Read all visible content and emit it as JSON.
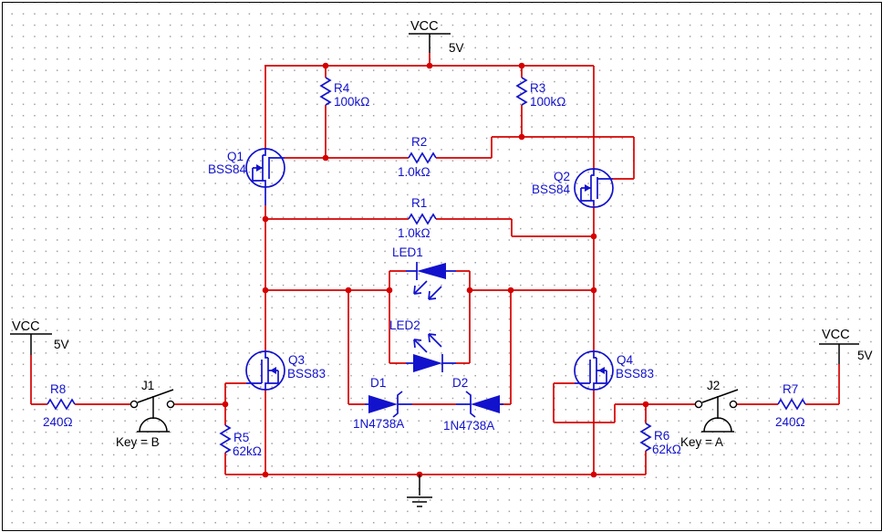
{
  "colors": {
    "wire": "#d60000",
    "component": "#1212cd",
    "symbol_black": "#000000",
    "grid_dot": "#9e9e9e"
  },
  "power": {
    "vcc_top": {
      "label": "VCC",
      "voltage": "5V"
    },
    "vcc_left": {
      "label": "VCC",
      "voltage": "5V"
    },
    "vcc_right": {
      "label": "VCC",
      "voltage": "5V"
    }
  },
  "components": {
    "r1": {
      "ref": "R1",
      "value": "1.0kΩ"
    },
    "r2": {
      "ref": "R2",
      "value": "1.0kΩ"
    },
    "r3": {
      "ref": "R3",
      "value": "100kΩ"
    },
    "r4": {
      "ref": "R4",
      "value": "100kΩ"
    },
    "r5": {
      "ref": "R5",
      "value": "62kΩ"
    },
    "r6": {
      "ref": "R6",
      "value": "62kΩ"
    },
    "r7": {
      "ref": "R7",
      "value": "240Ω"
    },
    "r8": {
      "ref": "R8",
      "value": "240Ω"
    },
    "q1": {
      "ref": "Q1",
      "part": "BSS84"
    },
    "q2": {
      "ref": "Q2",
      "part": "BSS84"
    },
    "q3": {
      "ref": "Q3",
      "part": "BSS83"
    },
    "q4": {
      "ref": "Q4",
      "part": "BSS83"
    },
    "led1": {
      "ref": "LED1"
    },
    "led2": {
      "ref": "LED2"
    },
    "d1": {
      "ref": "D1",
      "part": "1N4738A"
    },
    "d2": {
      "ref": "D2",
      "part": "1N4738A"
    },
    "j1": {
      "ref": "J1",
      "key": "Key = B"
    },
    "j2": {
      "ref": "J2",
      "key": "Key = A"
    }
  }
}
